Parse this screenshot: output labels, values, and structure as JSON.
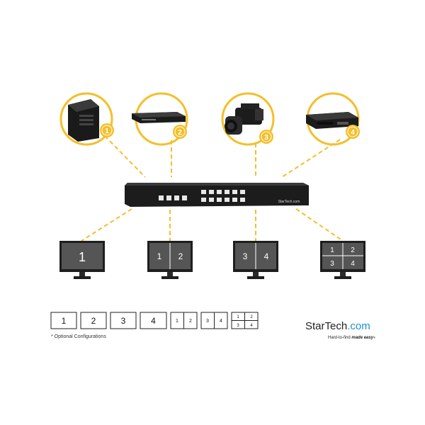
{
  "colors": {
    "accent": "#f4bf2a",
    "device": "#1c1c1c",
    "monitor_screen": "#555555",
    "brand_dark": "#222222",
    "brand_accent": "#1f8fd1"
  },
  "sources": [
    {
      "number": "1",
      "icon": "computer-tower-icon"
    },
    {
      "number": "2",
      "icon": "media-player-icon"
    },
    {
      "number": "3",
      "icon": "video-camera-icon"
    },
    {
      "number": "4",
      "icon": "set-top-box-icon"
    }
  ],
  "device": {
    "brand_label": "StarTech.com",
    "icon": "multiviewer-switch-icon"
  },
  "monitors": [
    {
      "layout": "single",
      "labels": [
        "1"
      ]
    },
    {
      "layout": "side-by-side",
      "labels": [
        "1",
        "2"
      ]
    },
    {
      "layout": "side-by-side",
      "labels": [
        "3",
        "4"
      ]
    },
    {
      "layout": "quad",
      "labels": [
        "1",
        "2",
        "3",
        "4"
      ]
    }
  ],
  "configurations": [
    {
      "layout": "single",
      "labels": [
        "1"
      ]
    },
    {
      "layout": "single",
      "labels": [
        "2"
      ]
    },
    {
      "layout": "single",
      "labels": [
        "3"
      ]
    },
    {
      "layout": "single",
      "labels": [
        "4"
      ]
    },
    {
      "layout": "side-by-side",
      "labels": [
        "1",
        "2"
      ]
    },
    {
      "layout": "side-by-side",
      "labels": [
        "3",
        "4"
      ]
    },
    {
      "layout": "quad",
      "labels": [
        "1",
        "2",
        "3",
        "4"
      ]
    }
  ],
  "footnote": "* Optional Configurations",
  "brand": {
    "name_part1": "StarTech",
    "name_part2": ".com",
    "tagline_part1": "Hard-to-find ",
    "tagline_part2": "made easy",
    "tagline_mark": "®"
  }
}
